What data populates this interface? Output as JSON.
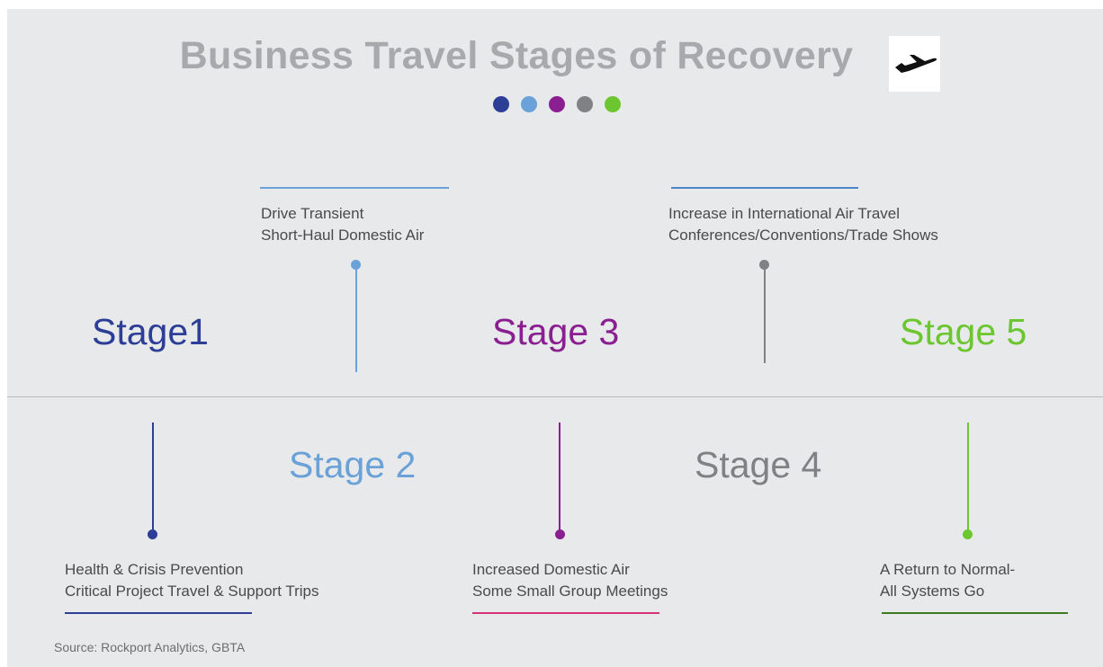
{
  "title": "Business Travel Stages of Recovery",
  "plane_icon": "airplane-icon",
  "color_dots": [
    "#2c3e96",
    "#6aa1d8",
    "#8a1f91",
    "#808184",
    "#6cc62f"
  ],
  "stages": [
    {
      "label": "Stage1",
      "color": "#2c3e96",
      "rule_color": "#2c3e96",
      "lines": [
        "Health & Crisis Prevention",
        "Critical Project Travel & Support Trips"
      ]
    },
    {
      "label": "Stage 2",
      "color": "#6aa1d8",
      "rule_color": "#6aa1d8",
      "lines": [
        "Drive Transient",
        "Short-Haul Domestic Air"
      ]
    },
    {
      "label": "Stage 3",
      "color": "#8a1f91",
      "rule_color": "#d6337a",
      "lines": [
        "Increased Domestic Air",
        "Some Small Group Meetings"
      ]
    },
    {
      "label": "Stage 4",
      "color": "#808184",
      "rule_color": "#4b86c8",
      "lines": [
        "Increase in International Air Travel",
        "Conferences/Conventions/Trade Shows"
      ]
    },
    {
      "label": "Stage 5",
      "color": "#6cc62f",
      "rule_color": "#3f7a1e",
      "lines": [
        "A Return to Normal-",
        "All Systems Go"
      ]
    }
  ],
  "source": "Source: Rockport Analytics, GBTA"
}
